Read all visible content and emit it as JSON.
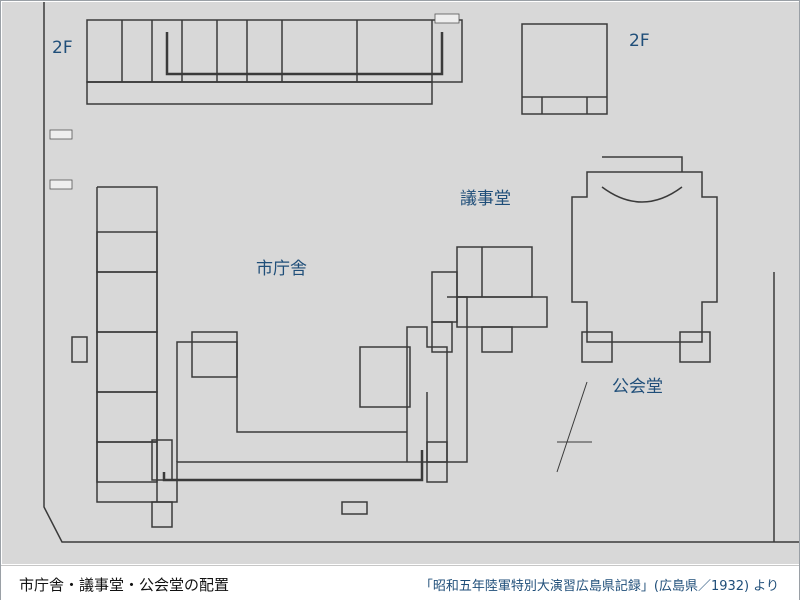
{
  "labels": {
    "second_floor_left": "2F",
    "second_floor_right": "2F",
    "assembly_hall": "議事堂",
    "city_hall": "市庁舎",
    "public_hall": "公会堂"
  },
  "caption": {
    "title": "市庁舎・議事堂・公会堂の配置",
    "source": "「昭和五年陸軍特別大演習広島県記録」(広島県／1932) より"
  },
  "colors": {
    "label_text": "#1f4e79",
    "plan_background": "#d8d8d8",
    "line": "#333333"
  }
}
